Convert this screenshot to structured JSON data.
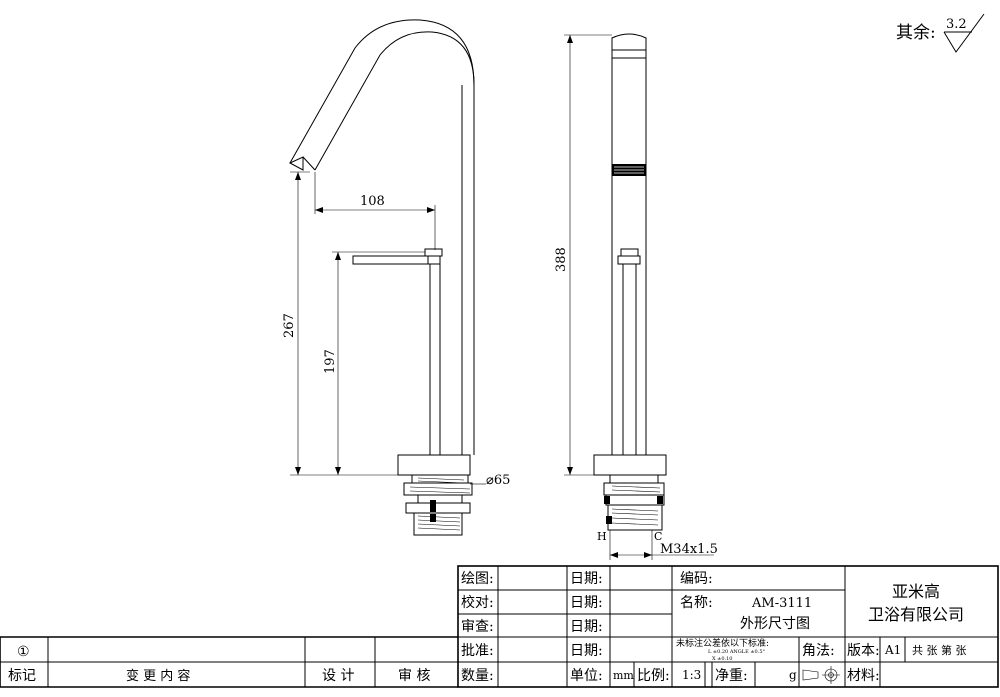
{
  "surface_roughness": {
    "label": "其余:",
    "value": "3.2"
  },
  "dimensions": {
    "spout_reach": "108",
    "spout_height": "267",
    "handle_height": "197",
    "total_height": "388",
    "base_diameter": "⌀65",
    "thread": "M34x1.5",
    "section_h": "H",
    "section_c": "C"
  },
  "title_block": {
    "drawn_label": "绘图:",
    "checked_label": "校对:",
    "reviewed_label": "审查:",
    "approved_label": "批准:",
    "date_label": "日期:",
    "code_label": "编码:",
    "name_label": "名称:",
    "product_code": "AM-3111",
    "drawing_title": "外形尺寸图",
    "company_line1": "亚米高",
    "company_line2": "卫浴有限公司",
    "tolerance_note": "未标注公差依以下标准:",
    "tol_row1": "L   ±0.20  ANGLE  ±0.5°",
    "tol_row2": "X   ±0.10",
    "angle_label": "角法:",
    "material_label": "材料:",
    "version_label": "版本:",
    "version_value": "A1",
    "sheets_label": "共  张 第  张",
    "quantity_label": "数量:",
    "unit_label": "单位:",
    "unit_value": "mm",
    "scale_label": "比例:",
    "scale_value": "1:3",
    "weight_label": "净重:",
    "weight_unit": "g"
  },
  "revision_block": {
    "revision_mark": "①",
    "mark_header": "标记",
    "content_header": "变  更  内  容",
    "design_header": "设 计",
    "review_header": "审 核"
  }
}
